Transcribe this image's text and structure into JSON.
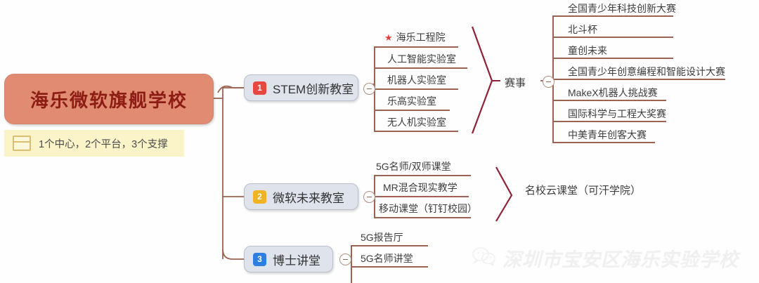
{
  "root": {
    "label": "海乐微软旗舰学校",
    "color": "#e08b72",
    "text_color": "#8d1c15"
  },
  "note": {
    "text": "1个中心，2个平台，3个支撑",
    "icon": "table-icon",
    "background": "#fbf4c8"
  },
  "branches": [
    {
      "badge": "1",
      "badge_color": "#e8473f",
      "label": "STEM创新教室",
      "children": [
        {
          "label": "海乐工程院",
          "star": "★"
        },
        {
          "label": "人工智能实验室"
        },
        {
          "label": "机器人实验室"
        },
        {
          "label": "乐高实验室"
        },
        {
          "label": "无人机实验室"
        }
      ],
      "summary": {
        "label": "赛事",
        "children": [
          {
            "label": "全国青少年科技创新大赛"
          },
          {
            "label": "北斗杯"
          },
          {
            "label": "童创未来"
          },
          {
            "label": "全国青少年创意编程和智能设计大赛"
          },
          {
            "label": "MakeX机器人挑战赛"
          },
          {
            "label": "国际科学与工程大奖赛"
          },
          {
            "label": "中美青年创客大赛"
          }
        ]
      }
    },
    {
      "badge": "2",
      "badge_color": "#f0b323",
      "label": "微软未来教室",
      "children": [
        {
          "label": "5G名师/双师课堂"
        },
        {
          "label": "MR混合现实教学"
        },
        {
          "label": "移动课堂（钉钉校园）"
        }
      ],
      "summary": {
        "label": "名校云课堂（可汗学院）",
        "children": []
      }
    },
    {
      "badge": "3",
      "badge_color": "#2e7fe0",
      "label": "博士讲堂",
      "children": [
        {
          "label": "5G报告厅"
        },
        {
          "label": "5G名师讲堂"
        }
      ]
    }
  ],
  "watermark": {
    "text": "深圳市宝安区海乐实验学校",
    "icon": "wechat-icon"
  },
  "theme": {
    "line_color": "#9c6352",
    "chevron_color": "#8e2236",
    "branch_fill": "#dfe3ec"
  }
}
